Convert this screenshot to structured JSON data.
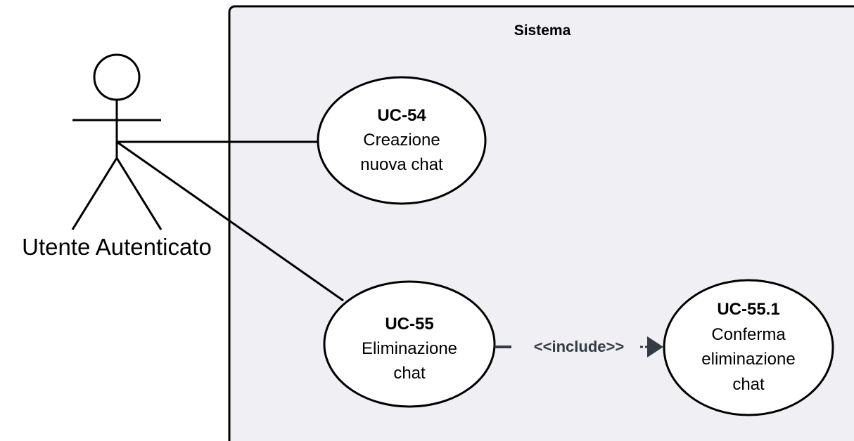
{
  "system": {
    "title": "Sistema"
  },
  "actor": {
    "name": "Utente Autenticato"
  },
  "use_cases": [
    {
      "id": "UC-54",
      "lines": [
        "Creazione",
        "nuova chat"
      ]
    },
    {
      "id": "UC-55",
      "lines": [
        "Eliminazione",
        "chat"
      ]
    },
    {
      "id": "UC-55.1",
      "lines": [
        "Conferma",
        "eliminazione",
        "chat"
      ]
    }
  ],
  "relations": [
    {
      "type": "association",
      "from": "Utente Autenticato",
      "to": "UC-54"
    },
    {
      "type": "association",
      "from": "Utente Autenticato",
      "to": "UC-55"
    },
    {
      "type": "include",
      "from": "UC-55",
      "to": "UC-55.1",
      "label": "<<include>>"
    }
  ],
  "colors": {
    "system_fill": "#f0eff4",
    "stroke": "#000000",
    "include_arrow": "#333b44"
  }
}
